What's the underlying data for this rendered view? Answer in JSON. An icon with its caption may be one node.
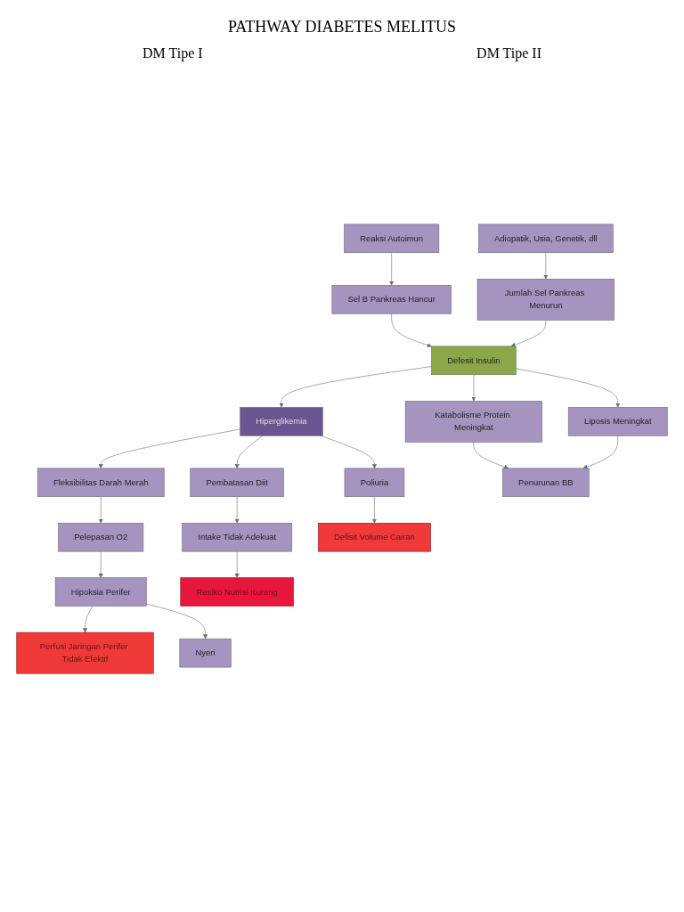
{
  "diagram": {
    "title": "PATHWAY DIABETES MELITUS",
    "nodes": [
      {
        "text": [
          "Reaksi Autoimun"
        ]
      },
      {
        "text": [
          "Adiopatik, Usia, Genetik, dll"
        ]
      },
      {
        "text": [
          "Sel B Pankreas Hancur"
        ]
      },
      {
        "text": [
          "Jumlah Sel Pankreas Menurun"
        ]
      },
      {
        "text": [
          "Defesit Insulin"
        ]
      },
      {
        "text": [
          "Hiperglikemia"
        ]
      },
      {
        "text": [
          "Katabolisme Protein Meningkat"
        ]
      },
      {
        "text": [
          "Liposis Meningkat"
        ]
      },
      {
        "text": [
          "Fleksibilitas Darah Merah"
        ]
      },
      {
        "text": [
          "Pembatasan Diit"
        ]
      },
      {
        "text": [
          "Penurunan BB"
        ]
      },
      {
        "text": [
          "Pelepasan O2"
        ]
      },
      {
        "text": [
          "Intake Tidak Adekuat"
        ]
      },
      {
        "text": [
          "Resiko Nutrisi Kurang"
        ]
      },
      {
        "text": [
          "Poliuria"
        ]
      },
      {
        "text": [
          "Defisit Volume Cairan"
        ]
      },
      {
        "text": [
          "Hipoksia Perifer"
        ]
      },
      {
        "text": [
          "Perfusi Jaringan Perifer Tidak Efektif"
        ]
      },
      {
        "text": [
          "Nyeri"
        ]
      }
    ],
    "edges": [
      {
        "from": 0,
        "to": 2,
        "arrow": "to"
      },
      {
        "from": 1,
        "to": 3,
        "arrow": "to"
      },
      {
        "from": 2,
        "to": 4,
        "arrow": "to"
      },
      {
        "from": 3,
        "to": 4,
        "arrow": "to"
      },
      {
        "from": 4,
        "to": 5,
        "arrow": "to"
      },
      {
        "from": 4,
        "to": 6,
        "arrow": "to"
      },
      {
        "from": 4,
        "to": 7,
        "arrow": "to"
      },
      {
        "from": 5,
        "to": 8,
        "arrow": "to"
      },
      {
        "from": 5,
        "to": 9,
        "arrow": "to"
      },
      {
        "from": 5,
        "to": 14,
        "arrow": "to"
      },
      {
        "from": 6,
        "to": 10,
        "arrow": "to"
      },
      {
        "from": 7,
        "to": 10,
        "arrow": "to"
      },
      {
        "from": 8,
        "to": 11,
        "arrow": "to"
      },
      {
        "from": 9,
        "to": 12,
        "arrow": "to"
      },
      {
        "from": 12,
        "to": 13,
        "arrow": "to"
      },
      {
        "from": 14,
        "to": 15,
        "arrow": "to"
      },
      {
        "from": 11,
        "to": 16,
        "arrow": "to"
      },
      {
        "from": 16,
        "to": 17,
        "arrow": "to"
      },
      {
        "from": 16,
        "to": 18,
        "arrow": "to"
      }
    ],
    "labels": [
      "DM Tipe I",
      "DM Tipe II"
    ]
  }
}
